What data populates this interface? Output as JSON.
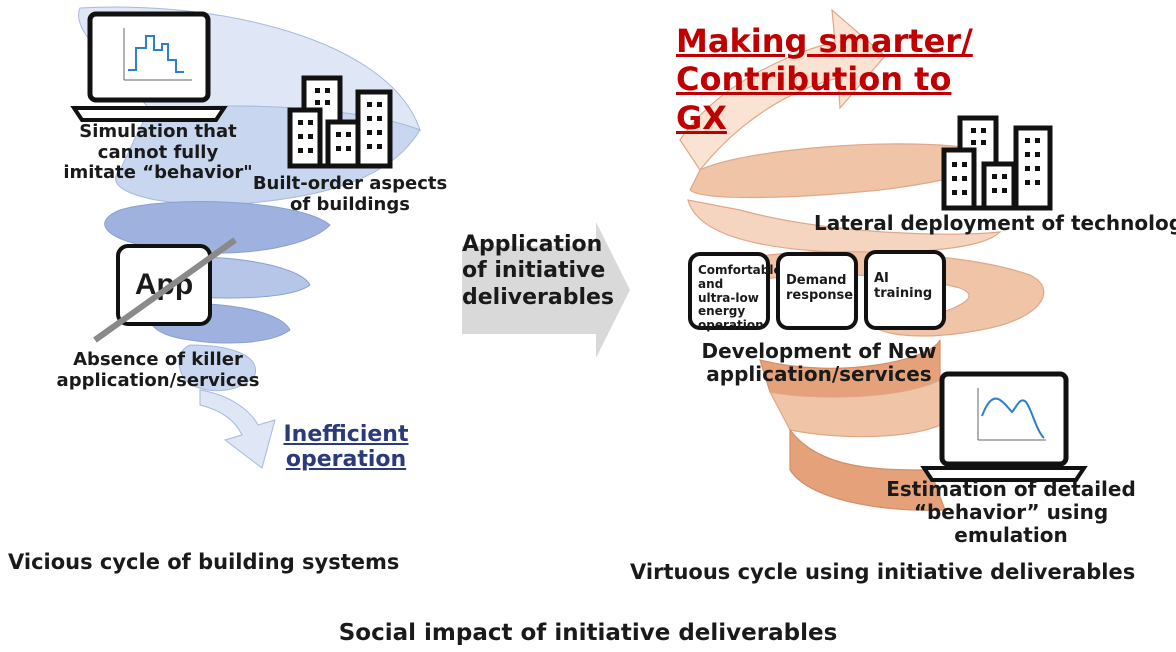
{
  "left": {
    "simulation_text": "Simulation that cannot fully imitate “behavior\"",
    "built_order_text": "Built-order aspects of buildings",
    "app_label": "App",
    "absence_text": "Absence of killer application/services",
    "inefficient_text": "Inefficient operation",
    "caption": "Vicious cycle of building systems"
  },
  "center": {
    "arrow_text": "Application of initiative deliverables"
  },
  "right": {
    "goal_text": "Making smarter/ Contribution to GX",
    "lateral_text": "Lateral deployment of technology",
    "boxes": [
      "Comfortable and ultra-low energy operation",
      "Demand response",
      "AI training"
    ],
    "development_text": "Development of New application/services",
    "estimation_text": "Estimation of detailed “behavior” using emulation",
    "caption": "Virtuous cycle using initiative deliverables"
  },
  "footer": {
    "title": "Social impact of initiative deliverables"
  },
  "colors": {
    "vicious_spiral": "#c9d6ef",
    "vicious_spiral_dark": "#9fb2df",
    "virtuous_spiral": "#f0c4a6",
    "virtuous_spiral_dark": "#e5a27a",
    "center_arrow": "#d9d9d9",
    "goal_text": "#c00000",
    "inefficient_text": "#2a3a7a"
  }
}
